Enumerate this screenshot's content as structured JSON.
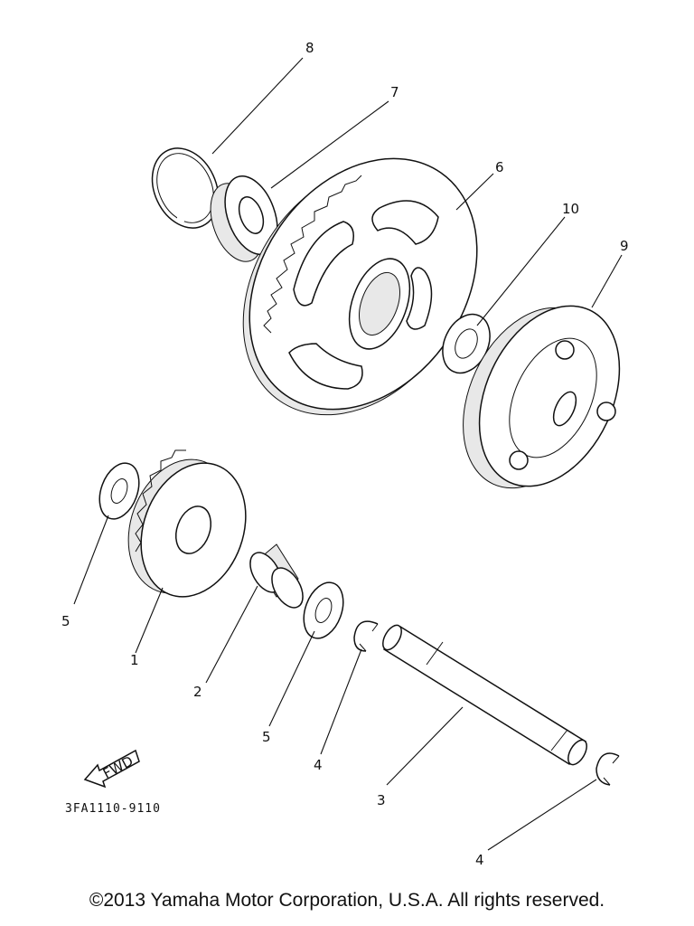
{
  "callouts": {
    "c1": "1",
    "c2": "2",
    "c3": "3",
    "c4a": "4",
    "c4b": "4",
    "c5a": "5",
    "c5b": "5",
    "c6": "6",
    "c7": "7",
    "c8": "8",
    "c9": "9",
    "c10": "10"
  },
  "fwd_label": "FWD",
  "diagram_code": "3FA1110-9110",
  "copyright": "©2013 Yamaha Motor Corporation, U.S.A. All rights reserved."
}
